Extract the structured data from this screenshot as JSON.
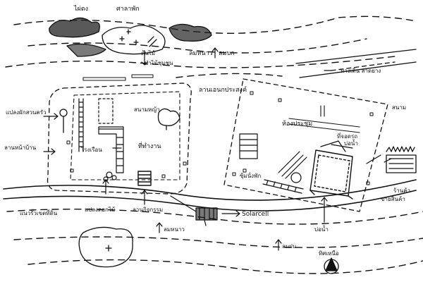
{
  "labels": {
    "bamboo": "ไผ่ตง",
    "pavilion": "ศาลาพัก",
    "grove_edge": "ต้นไม้",
    "forest_area": "ป่าไม้ชุมชน",
    "wind_top": "ลมหนาว",
    "wind_top_note": "ลมบก",
    "road_right": "ทางเดิน ลาดยาง",
    "court": "ลานเอนกประสงค์",
    "vegetable": "แปลงผักสวนครัว",
    "lawn": "สนามหญ้า",
    "village_path": "ลานหน้าบ้าน",
    "garden_house": "โรงเรือน",
    "school_building": "ที่ทำงาน",
    "flower_beds": "แปลงดอกไม้",
    "playground": "ลานกิจกรรม",
    "rest_area": "ซุ้มนั่งพัก",
    "solarcell": "Solarcell",
    "training_hall": "ห้องประชุม",
    "parking": "ที่จอดรถ",
    "parking_note": "บ่อน้ำ",
    "hall_side": "สนาม",
    "shop": "ร้านค้า",
    "shop_note": "ขายสินค้า",
    "water_point": "บ่อน้ำ",
    "bottom_path": "แนวรั้วเขตที่ดิน",
    "wind_bottom": "ลมหนาว",
    "wind_bottom2": "ลมฝน",
    "north": "ทิศเหนือ"
  }
}
